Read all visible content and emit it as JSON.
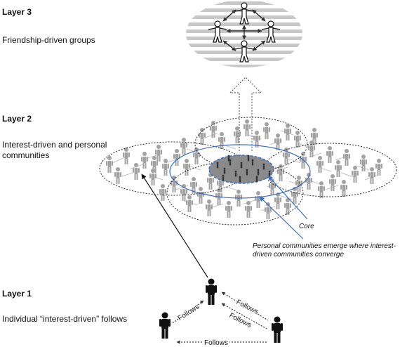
{
  "layer3": {
    "title": "Layer 3",
    "description": "Friendship-driven groups"
  },
  "layer2": {
    "title": "Layer 2",
    "description_line1": "Interest-driven and personal",
    "description_line2": "communities"
  },
  "layer1": {
    "title": "Layer 1",
    "description": "Individual “interest-driven” follows"
  },
  "annotations": {
    "core": "Core",
    "personal_line1": "Personal communities emerge where interest-",
    "personal_line2": "driven communities converge"
  },
  "edges": {
    "follows": "Follows"
  },
  "colors": {
    "core_fill": "#8a8a8a",
    "core_outline": "#3c6fbf",
    "stripes": "#c8c8c8",
    "person_solid": "#111111",
    "person_faded": "#9a9a9a"
  }
}
